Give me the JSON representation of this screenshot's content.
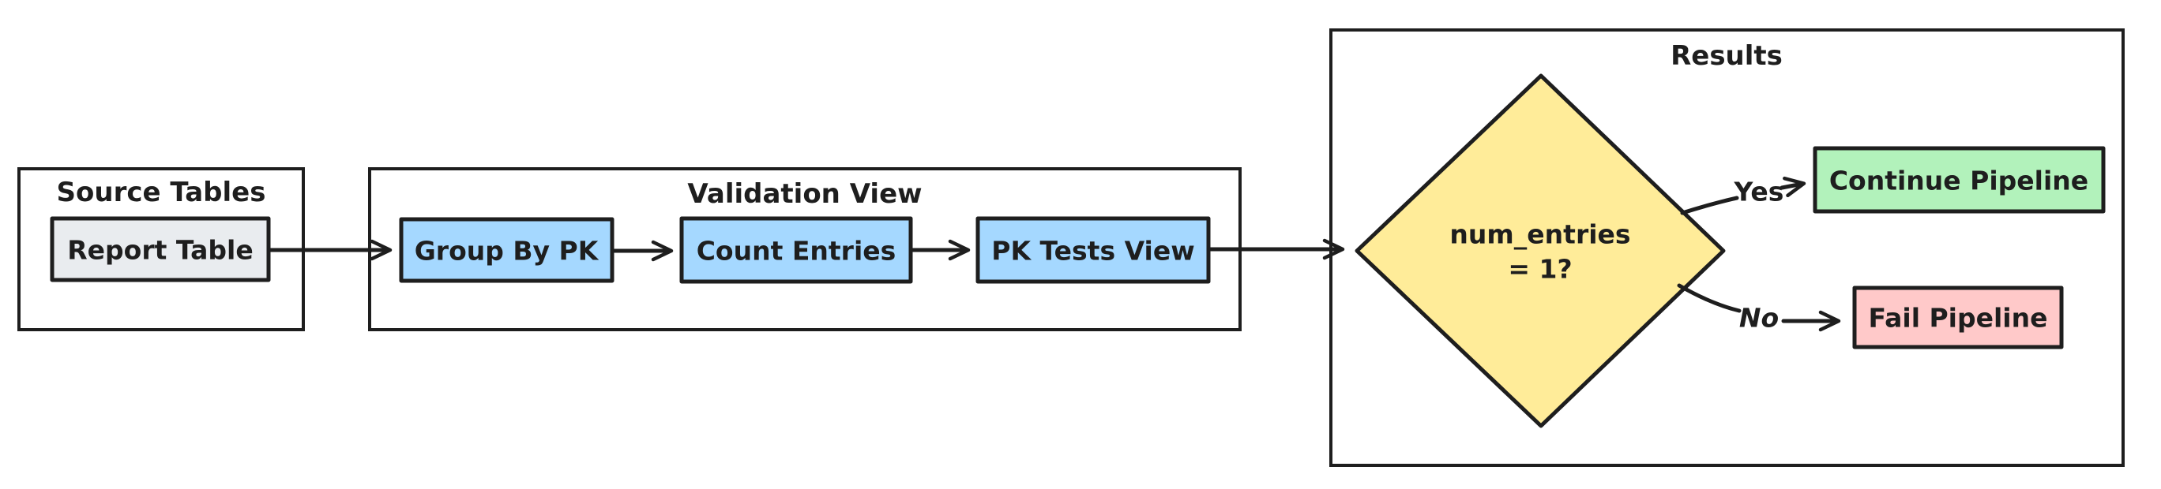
{
  "diagram": {
    "description": "Primary key validation pipeline flowchart",
    "colors": {
      "stroke": "#1e1e1e",
      "background": "#ffffff",
      "gray": "#e9ecef",
      "blue": "#a5d8ff",
      "yellow": "#ffec99",
      "green": "#b2f2bb",
      "red": "#ffc9c9"
    },
    "groups": {
      "source": {
        "label": "Source Tables"
      },
      "validation": {
        "label": "Validation View"
      },
      "results": {
        "label": "Results"
      }
    },
    "nodes": {
      "report_table": {
        "label": "Report Table",
        "fill": "#e9ecef"
      },
      "group_by_pk": {
        "label": "Group By PK",
        "fill": "#a5d8ff"
      },
      "count_entries": {
        "label": "Count Entries",
        "fill": "#a5d8ff"
      },
      "pk_tests_view": {
        "label": "PK Tests View",
        "fill": "#a5d8ff"
      },
      "decision": {
        "label_line1": "num_entries",
        "label_line2": "= 1?",
        "fill": "#ffec99"
      },
      "continue_pipeline": {
        "label": "Continue Pipeline",
        "fill": "#b2f2bb"
      },
      "fail_pipeline": {
        "label": "Fail Pipeline",
        "fill": "#ffc9c9"
      }
    },
    "edges": {
      "yes_label": "Yes",
      "no_label": "No"
    }
  }
}
